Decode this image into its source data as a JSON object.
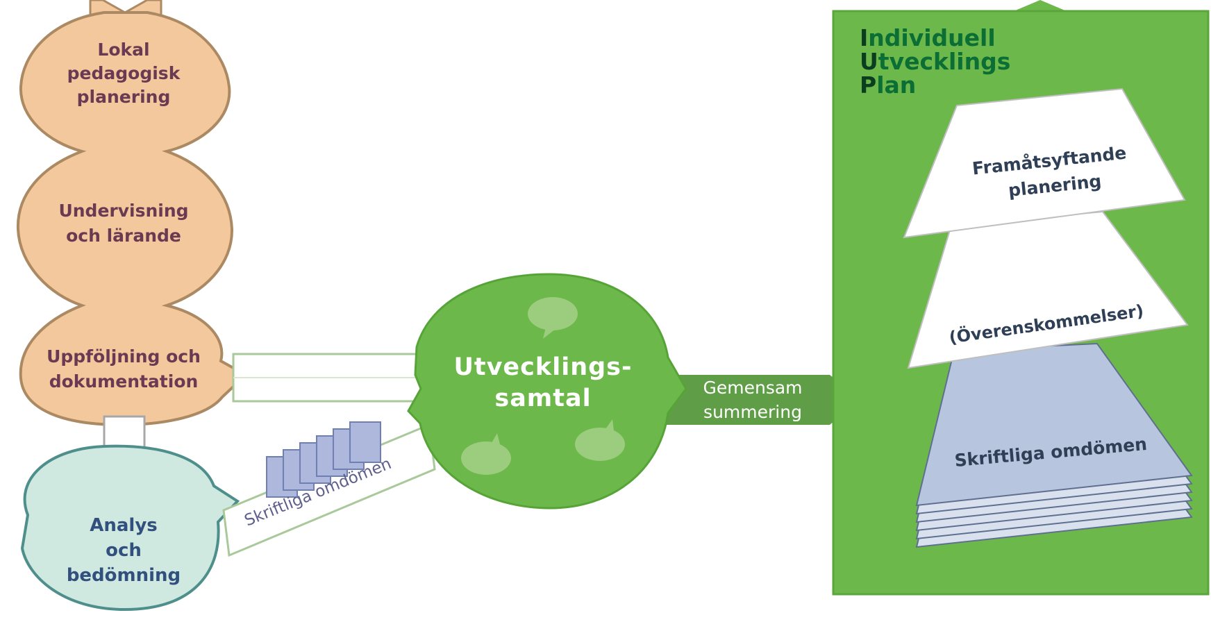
{
  "cycle": {
    "planning": [
      "Lokal",
      "pedagogisk",
      "planering"
    ],
    "teaching": [
      "Undervisning",
      "och lärande"
    ],
    "followup": [
      "Uppföljning och",
      "dokumentation"
    ],
    "analysis": [
      "Analys",
      "och",
      "bedömning"
    ]
  },
  "conversation": {
    "title": [
      "Utvecklings-",
      "samtal"
    ]
  },
  "summary_arrow": [
    "Gemensam",
    "summering"
  ],
  "written_flow": {
    "label": "Skriftliga omdömen"
  },
  "iup": {
    "title": [
      {
        "first": "I",
        "rest": "ndividuell"
      },
      {
        "first": "U",
        "rest": "tvecklings"
      },
      {
        "first": "P",
        "rest": "lan"
      }
    ],
    "layers": {
      "top": [
        "Framåtsyftande",
        "planering"
      ],
      "middle": "(Överenskommelser)",
      "bottom": "Skriftliga omdömen"
    }
  },
  "colors": {
    "orange": "#f3c89c",
    "teal": "#cfe9e1",
    "green": "#6db84a",
    "paper_blue": "#b7c6de"
  }
}
